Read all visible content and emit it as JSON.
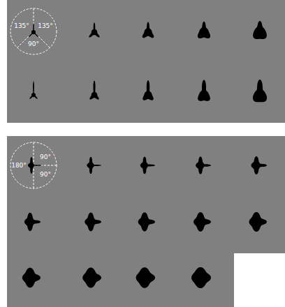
{
  "diagram": {
    "labels": [
      "135°",
      "135°",
      "90°",
      "180°",
      "90°",
      "90°"
    ]
  }
}
